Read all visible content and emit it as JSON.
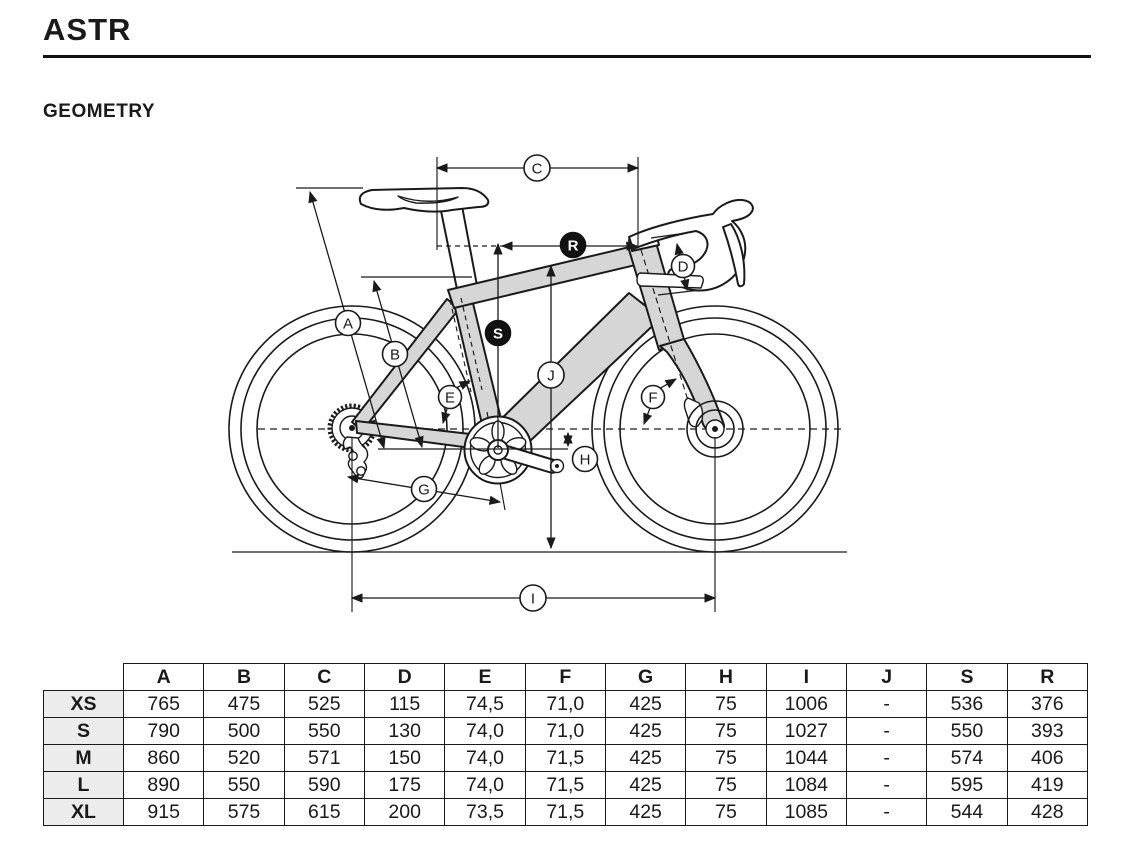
{
  "page": {
    "title": "ASTR",
    "section": "GEOMETRY"
  },
  "diagram": {
    "labels": {
      "A": "A",
      "B": "B",
      "C": "C",
      "D": "D",
      "E": "E",
      "F": "F",
      "G": "G",
      "H": "H",
      "I": "I",
      "J": "J",
      "S": "S",
      "R": "R"
    },
    "filled_labels": [
      "S",
      "R"
    ],
    "frame_color": "#d6d6d6",
    "line_color": "#1a1a1a"
  },
  "table": {
    "columns": [
      "A",
      "B",
      "C",
      "D",
      "E",
      "F",
      "G",
      "H",
      "I",
      "J",
      "S",
      "R"
    ],
    "rows": [
      {
        "size": "XS",
        "values": [
          "765",
          "475",
          "525",
          "115",
          "74,5",
          "71,0",
          "425",
          "75",
          "1006",
          "-",
          "536",
          "376"
        ]
      },
      {
        "size": "S",
        "values": [
          "790",
          "500",
          "550",
          "130",
          "74,0",
          "71,0",
          "425",
          "75",
          "1027",
          "-",
          "550",
          "393"
        ]
      },
      {
        "size": "M",
        "values": [
          "860",
          "520",
          "571",
          "150",
          "74,0",
          "71,5",
          "425",
          "75",
          "1044",
          "-",
          "574",
          "406"
        ]
      },
      {
        "size": "L",
        "values": [
          "890",
          "550",
          "590",
          "175",
          "74,0",
          "71,5",
          "425",
          "75",
          "1084",
          "-",
          "595",
          "419"
        ]
      },
      {
        "size": "XL",
        "values": [
          "915",
          "575",
          "615",
          "200",
          "73,5",
          "71,5",
          "425",
          "75",
          "1085",
          "-",
          "544",
          "428"
        ]
      }
    ]
  }
}
